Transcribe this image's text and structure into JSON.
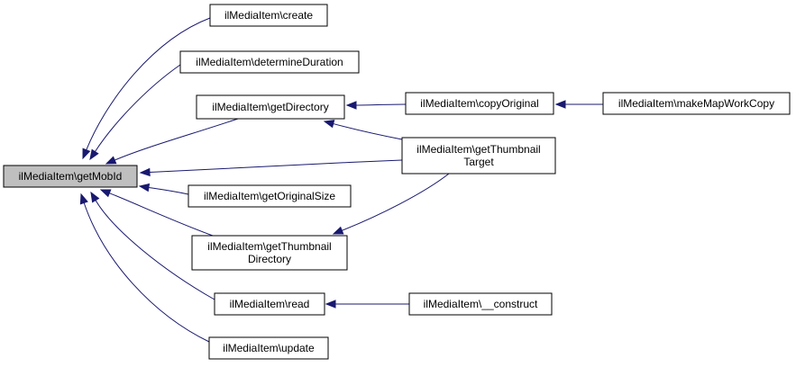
{
  "graph": {
    "colors": {
      "edge": "#191970",
      "focus_fill": "#bfbfbf",
      "node_fill": "#ffffff",
      "border": "#000000"
    },
    "nodes": [
      {
        "id": "getMobId",
        "lines": [
          "ilMediaItem\\getMobId"
        ],
        "focus": true
      },
      {
        "id": "create",
        "lines": [
          "ilMediaItem\\create"
        ]
      },
      {
        "id": "determineDuration",
        "lines": [
          "ilMediaItem\\determineDuration"
        ]
      },
      {
        "id": "getDirectory",
        "lines": [
          "ilMediaItem\\getDirectory"
        ]
      },
      {
        "id": "getOriginalSize",
        "lines": [
          "ilMediaItem\\getOriginalSize"
        ]
      },
      {
        "id": "getThumbnailDirectory",
        "lines": [
          "ilMediaItem\\getThumbnail",
          "Directory"
        ]
      },
      {
        "id": "read",
        "lines": [
          "ilMediaItem\\read"
        ]
      },
      {
        "id": "update",
        "lines": [
          "ilMediaItem\\update"
        ]
      },
      {
        "id": "copyOriginal",
        "lines": [
          "ilMediaItem\\copyOriginal"
        ]
      },
      {
        "id": "getThumbnailTarget",
        "lines": [
          "ilMediaItem\\getThumbnail",
          "Target"
        ]
      },
      {
        "id": "construct",
        "lines": [
          "ilMediaItem\\__construct"
        ]
      },
      {
        "id": "makeMapWorkCopy",
        "lines": [
          "ilMediaItem\\makeMapWorkCopy"
        ]
      }
    ],
    "edges": [
      {
        "from": "create",
        "to": "getMobId"
      },
      {
        "from": "determineDuration",
        "to": "getMobId"
      },
      {
        "from": "getDirectory",
        "to": "getMobId"
      },
      {
        "from": "getThumbnailTarget",
        "to": "getMobId"
      },
      {
        "from": "getOriginalSize",
        "to": "getMobId"
      },
      {
        "from": "getThumbnailDirectory",
        "to": "getMobId"
      },
      {
        "from": "read",
        "to": "getMobId"
      },
      {
        "from": "update",
        "to": "getMobId"
      },
      {
        "from": "copyOriginal",
        "to": "getDirectory"
      },
      {
        "from": "getThumbnailTarget",
        "to": "getDirectory"
      },
      {
        "from": "getThumbnailTarget",
        "to": "getThumbnailDirectory"
      },
      {
        "from": "makeMapWorkCopy",
        "to": "copyOriginal"
      },
      {
        "from": "construct",
        "to": "read"
      }
    ]
  }
}
